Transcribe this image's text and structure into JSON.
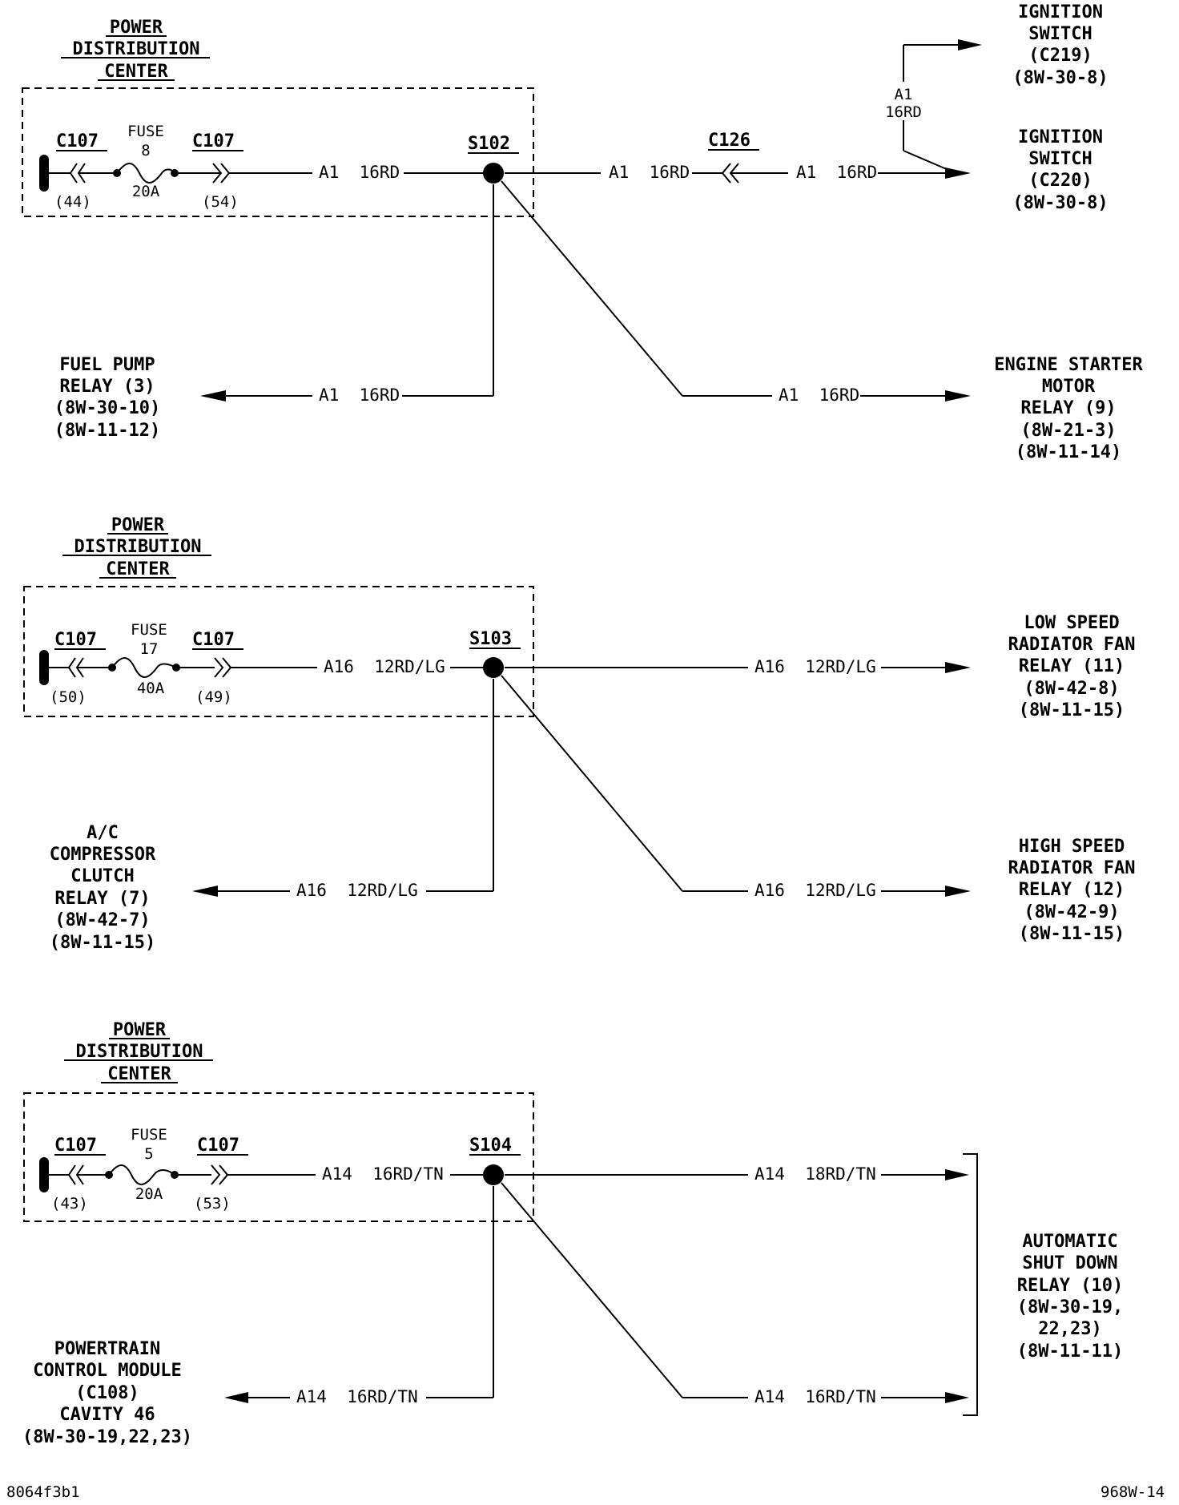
{
  "pdc_title": [
    "POWER",
    "DISTRIBUTION",
    "CENTER"
  ],
  "fuse_word": "FUSE",
  "connector_c107": "C107",
  "section1": {
    "fuse_number": "8",
    "fuse_rating": "20A",
    "cavity_in": "(44)",
    "cavity_out": "(54)",
    "splice": "S102",
    "wire_main": "A1  16RD",
    "wire_right": "A1  16RD",
    "connector_c126": "C126",
    "wire_after_c126": "A1  16RD",
    "ignition_wire": [
      "A1",
      "16RD"
    ],
    "ignition_c219": [
      "IGNITION",
      "SWITCH",
      "(C219)",
      "(8W-30-8)"
    ],
    "ignition_c220": [
      "IGNITION",
      "SWITCH",
      "(C220)",
      "(8W-30-8)"
    ],
    "wire_fuel_pump": "A1  16RD",
    "fuel_pump": [
      "FUEL PUMP",
      "RELAY (3)",
      "(8W-30-10)",
      "(8W-11-12)"
    ],
    "wire_starter": "A1  16RD",
    "starter": [
      "ENGINE STARTER",
      "MOTOR",
      "RELAY (9)",
      "(8W-21-3)",
      "(8W-11-14)"
    ]
  },
  "section2": {
    "fuse_number": "17",
    "fuse_rating": "40A",
    "cavity_in": "(50)",
    "cavity_out": "(49)",
    "splice": "S103",
    "wire_main": "A16  12RD/LG",
    "wire_right": "A16  12RD/LG",
    "low_speed": [
      "LOW SPEED",
      "RADIATOR FAN",
      "RELAY (11)",
      "(8W-42-8)",
      "(8W-11-15)"
    ],
    "wire_ac": "A16  12RD/LG",
    "ac_clutch": [
      "A/C",
      "COMPRESSOR",
      "CLUTCH",
      "RELAY (7)",
      "(8W-42-7)",
      "(8W-11-15)"
    ],
    "wire_high": "A16  12RD/LG",
    "high_speed": [
      "HIGH SPEED",
      "RADIATOR FAN",
      "RELAY (12)",
      "(8W-42-9)",
      "(8W-11-15)"
    ]
  },
  "section3": {
    "fuse_number": "5",
    "fuse_rating": "20A",
    "cavity_in": "(43)",
    "cavity_out": "(53)",
    "splice": "S104",
    "wire_main": "A14  16RD/TN",
    "wire_right_top": "A14  18RD/TN",
    "wire_right_bottom": "A14  16RD/TN",
    "asd_relay": [
      "AUTOMATIC",
      "SHUT DOWN",
      "RELAY (10)",
      "(8W-30-19,",
      "22,23)",
      "(8W-11-11)"
    ],
    "wire_pcm": "A14  16RD/TN",
    "pcm": [
      "POWERTRAIN",
      "CONTROL MODULE",
      "(C108)",
      "CAVITY 46",
      "(8W-30-19,22,23)"
    ]
  },
  "footer": {
    "left_code": "8064f3b1",
    "right_code": "968W-14"
  }
}
